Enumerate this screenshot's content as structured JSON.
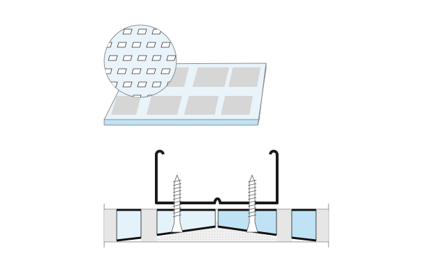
{
  "colors": {
    "background": "#ffffff",
    "panel_face": "#e8f3fa",
    "panel_edge": "#bfe2f5",
    "tile_gray": "#d6d6d6",
    "outline": "#8a9095",
    "channel": "#1a1a1a",
    "cavity_light": "#e4f2fa",
    "cavity_blue": "#bfe2f5",
    "stud_gray": "#e6e6e6",
    "joint_compound": "#f2f2f2"
  },
  "icons": [
    "perforated-board-magnifier",
    "steel-channel",
    "drywall-screw"
  ]
}
